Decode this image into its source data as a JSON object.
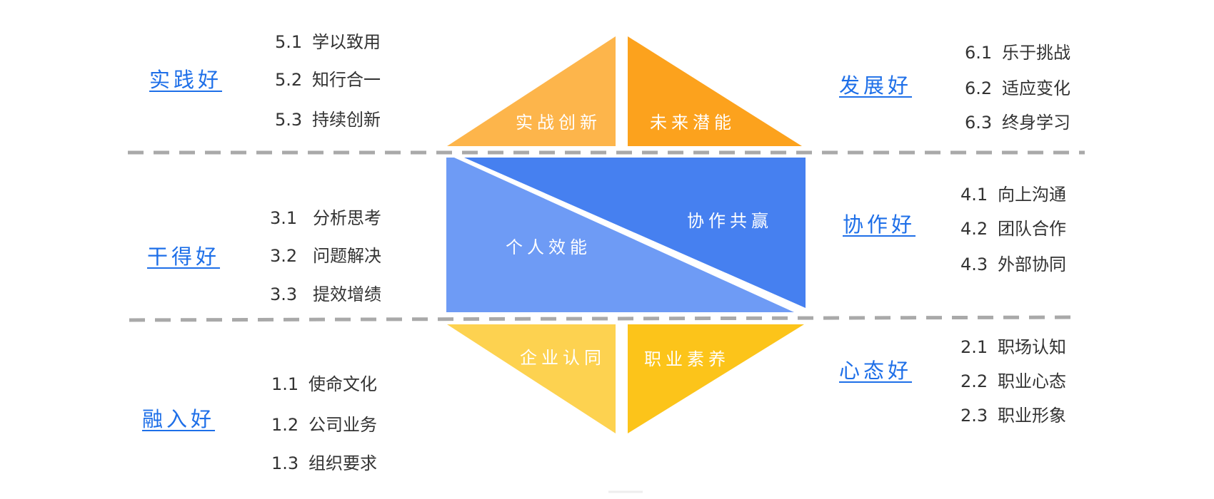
{
  "colors": {
    "orange_light": "#fdb54b",
    "orange": "#fca21d",
    "blue_dark": "#4680f0",
    "blue_light": "#6e9bf5",
    "yellow_light": "#fdd250",
    "yellow": "#fcc41a",
    "link": "#1e6fe8",
    "dash": "#a9a9a9"
  },
  "shapes": {
    "top_left": "实战创新",
    "top_right": "未来潜能",
    "middle_upper": "协作共赢",
    "middle_lower": "个人效能",
    "bottom_left": "企业认同",
    "bottom_right": "职业素养"
  },
  "groups": [
    {
      "title": "实践好",
      "items": [
        {
          "num": "5.1",
          "text": "学以致用"
        },
        {
          "num": "5.2",
          "text": "知行合一"
        },
        {
          "num": "5.3",
          "text": "持续创新"
        }
      ]
    },
    {
      "title": "发展好",
      "items": [
        {
          "num": "6.1",
          "text": "乐于挑战"
        },
        {
          "num": "6.2",
          "text": "适应变化"
        },
        {
          "num": "6.3",
          "text": "终身学习"
        }
      ]
    },
    {
      "title": "干得好",
      "items": [
        {
          "num": "3.1",
          "text": "分析思考"
        },
        {
          "num": "3.2",
          "text": "问题解决"
        },
        {
          "num": "3.3",
          "text": "提效增绩"
        }
      ]
    },
    {
      "title": "协作好",
      "items": [
        {
          "num": "4.1",
          "text": "向上沟通"
        },
        {
          "num": "4.2",
          "text": "团队合作"
        },
        {
          "num": "4.3",
          "text": "外部协同"
        }
      ]
    },
    {
      "title": "融入好",
      "items": [
        {
          "num": "1.1",
          "text": "使命文化"
        },
        {
          "num": "1.2",
          "text": "公司业务"
        },
        {
          "num": "1.3",
          "text": "组织要求"
        }
      ]
    },
    {
      "title": "心态好",
      "items": [
        {
          "num": "2.1",
          "text": "职场认知"
        },
        {
          "num": "2.2",
          "text": "职业心态"
        },
        {
          "num": "2.3",
          "text": "职业形象"
        }
      ]
    }
  ]
}
